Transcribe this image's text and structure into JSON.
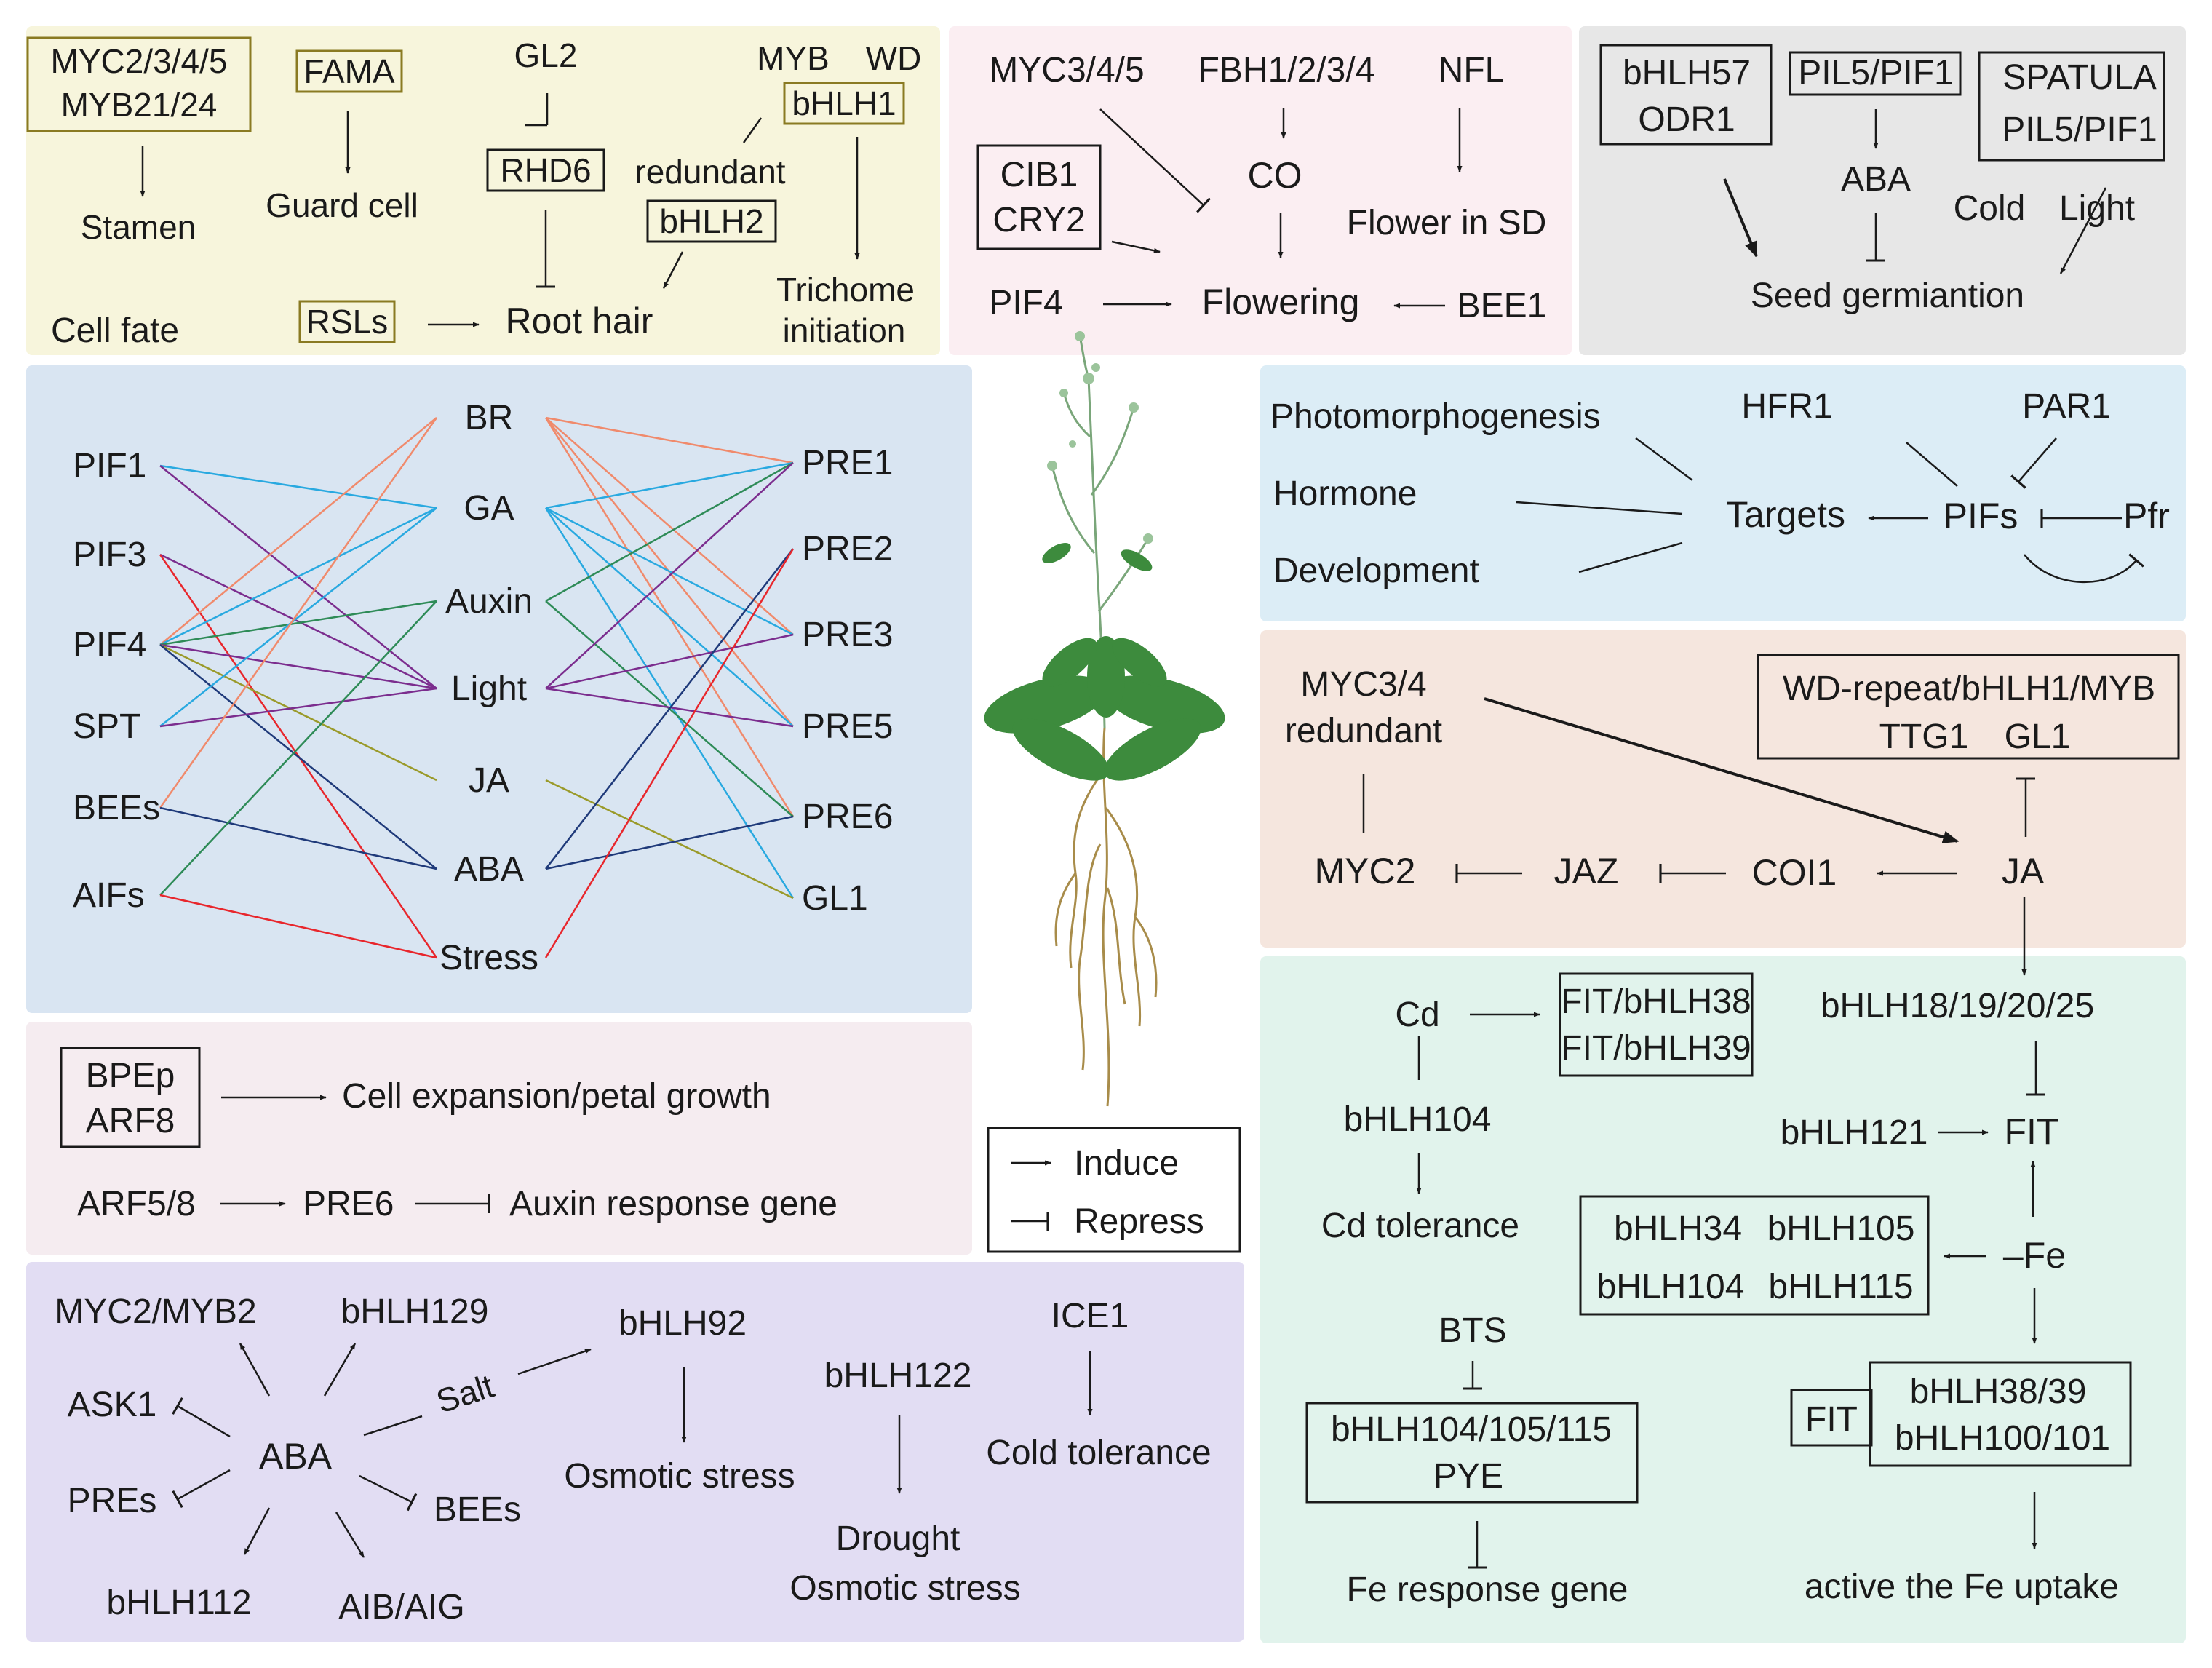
{
  "colors": {
    "cell_fate_bg": "#f7f5dc",
    "flowering_bg": "#fbeef2",
    "seed_bg": "#e7e7e7",
    "network_bg": "#d9e5f2",
    "pifs_bg": "#dcedf6",
    "ja_bg": "#f5e6de",
    "petal_bg": "#f5ecf0",
    "abiotic_bg": "#e2ddf3",
    "fe_bg": "#e1f3ec",
    "olive_box": "#8a7a22",
    "leaf": "#3d8b3d",
    "root": "#a88c4a"
  },
  "cell_fate": {
    "myc": "MYC2/3/4/5",
    "myb21": "MYB21/24",
    "stamen": "Stamen",
    "fama": "FAMA",
    "guard_cell": "Guard cell",
    "gl2": "GL2",
    "rhd6": "RHD6",
    "rsls": "RSLs",
    "root_hair": "Root hair",
    "myb": "MYB",
    "wd": "WD",
    "bhlh1": "bHLH1",
    "redundant": "redundant",
    "bhlh2": "bHLH2",
    "trichome": "Trichome",
    "initiation": "initiation",
    "cell_fate": "Cell fate"
  },
  "flowering": {
    "myc345": "MYC3/4/5",
    "fbh": "FBH1/2/3/4",
    "nfl": "NFL",
    "cib1": "CIB1",
    "cry2": "CRY2",
    "co": "CO",
    "flower_sd": "Flower in SD",
    "pif4": "PIF4",
    "flowering": "Flowering",
    "bee1": "BEE1"
  },
  "seed": {
    "bhlh57": "bHLH57",
    "odr1": "ODR1",
    "pil5": "PIL5/PIF1",
    "spatula": "SPATULA",
    "pil5b": "PIL5/PIF1",
    "aba": "ABA",
    "cold": "Cold",
    "light": "Light",
    "germination": "Seed germiantion"
  },
  "network": {
    "left": [
      "PIF1",
      "PIF3",
      "PIF4",
      "SPT",
      "BEEs",
      "AIFs"
    ],
    "middle": [
      "BR",
      "GA",
      "Auxin",
      "Light",
      "JA",
      "ABA",
      "Stress"
    ],
    "right": [
      "PRE1",
      "PRE2",
      "PRE3",
      "PRE5",
      "PRE6",
      "GL1"
    ],
    "edges": [
      [
        "PIF1",
        "GA",
        "#29a9e0"
      ],
      [
        "PIF1",
        "Light",
        "#7b2d8e"
      ],
      [
        "PIF3",
        "Light",
        "#7b2d8e"
      ],
      [
        "PIF3",
        "Stress",
        "#e8262c"
      ],
      [
        "PIF4",
        "BR",
        "#f08a6c"
      ],
      [
        "PIF4",
        "GA",
        "#29a9e0"
      ],
      [
        "PIF4",
        "Auxin",
        "#2e8b57"
      ],
      [
        "PIF4",
        "Light",
        "#7b2d8e"
      ],
      [
        "PIF4",
        "JA",
        "#9a9a2a"
      ],
      [
        "PIF4",
        "ABA",
        "#1f3a7a"
      ],
      [
        "SPT",
        "GA",
        "#29a9e0"
      ],
      [
        "SPT",
        "Light",
        "#7b2d8e"
      ],
      [
        "BEEs",
        "BR",
        "#f08a6c"
      ],
      [
        "BEEs",
        "ABA",
        "#1f3a7a"
      ],
      [
        "AIFs",
        "Auxin",
        "#2e8b57"
      ],
      [
        "AIFs",
        "Stress",
        "#e8262c"
      ],
      [
        "BR",
        "PRE1",
        "#f08a6c"
      ],
      [
        "BR",
        "PRE3",
        "#f08a6c"
      ],
      [
        "BR",
        "PRE5",
        "#f08a6c"
      ],
      [
        "BR",
        "PRE6",
        "#f08a6c"
      ],
      [
        "GA",
        "PRE1",
        "#29a9e0"
      ],
      [
        "GA",
        "PRE3",
        "#29a9e0"
      ],
      [
        "GA",
        "PRE5",
        "#29a9e0"
      ],
      [
        "GA",
        "GL1",
        "#29a9e0"
      ],
      [
        "Auxin",
        "PRE1",
        "#2e8b57"
      ],
      [
        "Auxin",
        "PRE6",
        "#2e8b57"
      ],
      [
        "Light",
        "PRE1",
        "#7b2d8e"
      ],
      [
        "Light",
        "PRE3",
        "#7b2d8e"
      ],
      [
        "Light",
        "PRE5",
        "#7b2d8e"
      ],
      [
        "JA",
        "GL1",
        "#9a9a2a"
      ],
      [
        "ABA",
        "PRE2",
        "#1f3a7a"
      ],
      [
        "ABA",
        "PRE6",
        "#1f3a7a"
      ],
      [
        "Stress",
        "PRE2",
        "#e8262c"
      ]
    ]
  },
  "pifs": {
    "photomorphogenesis": "Photomorphogenesis",
    "hormone": "Hormone",
    "development": "Development",
    "targets": "Targets",
    "pifs": "PIFs",
    "pfr": "Pfr",
    "hfr1": "HFR1",
    "par1": "PAR1"
  },
  "ja": {
    "myc34": "MYC3/4",
    "redundant": "redundant",
    "wd_line1": "WD-repeat/bHLH1/MYB",
    "ttg1": "TTG1",
    "gl1": "GL1",
    "myc2": "MYC2",
    "jaz": "JAZ",
    "coi1": "COI1",
    "ja": "JA"
  },
  "petal": {
    "bpep": "BPEp",
    "arf8": "ARF8",
    "cell_expansion": "Cell expansion/petal growth",
    "arf58": "ARF5/8",
    "pre6": "PRE6",
    "auxin_resp": "Auxin response gene"
  },
  "legend": {
    "induce": "Induce",
    "repress": "Repress"
  },
  "abiotic": {
    "myc2myb2": "MYC2/MYB2",
    "bhlh129": "bHLH129",
    "ask1": "ASK1",
    "aba": "ABA",
    "salt": "Salt",
    "pres": "PREs",
    "bees": "BEEs",
    "bhlh112": "bHLH112",
    "aib": "AIB/AIG",
    "bhlh92": "bHLH92",
    "osmotic": "Osmotic stress",
    "bhlh122": "bHLH122",
    "drought": "Drought",
    "osmotic2": "Osmotic stress",
    "ice1": "ICE1",
    "cold_tol": "Cold tolerance"
  },
  "fe": {
    "cd": "Cd",
    "fit38": "FIT/bHLH38",
    "fit39": "FIT/bHLH39",
    "bhlh1819": "bHLH18/19/20/25",
    "bhlh104": "bHLH104",
    "cd_tol": "Cd tolerance",
    "bhlh121": "bHLH121",
    "fit": "FIT",
    "bhlh34": "bHLH34",
    "bhlh105": "bHLH105",
    "bhlh104b": "bHLH104",
    "bhlh115": "bHLH115",
    "minus_fe": "–Fe",
    "bts": "BTS",
    "group1": "bHLH104/105/115",
    "pye": "PYE",
    "fe_resp": "Fe response gene",
    "fit2": "FIT",
    "bhlh3839": "bHLH38/39",
    "bhlh100": "bHLH100/101",
    "uptake": "active the Fe uptake"
  }
}
